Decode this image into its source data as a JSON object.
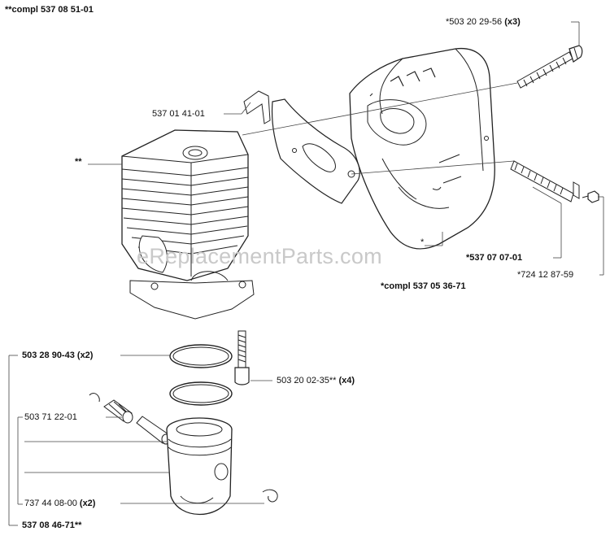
{
  "watermark": "eReplacementParts.com",
  "labels": {
    "cylinder_kit": "**compl 537 08 51-01",
    "bolt": "*503 20 29-56",
    "bolt_qty": "(x3)",
    "gasket": "537 01 41-01",
    "cylinder": "**",
    "muffler_body": "*",
    "screen": "*537 07 07-01",
    "screw": "*724 12 87-59",
    "muffler_kit": "*compl 537 05 36-71",
    "rings": "503 28 90-43",
    "rings_qty": "(x2)",
    "cyl_screw": "503 20 02-35**",
    "cyl_screw_qty": "(x4)",
    "bearing": "503 71 22-01",
    "circlip": "737 44 08-00",
    "circlip_qty": "(x2)",
    "piston_kit": "537 08 46-71**"
  }
}
